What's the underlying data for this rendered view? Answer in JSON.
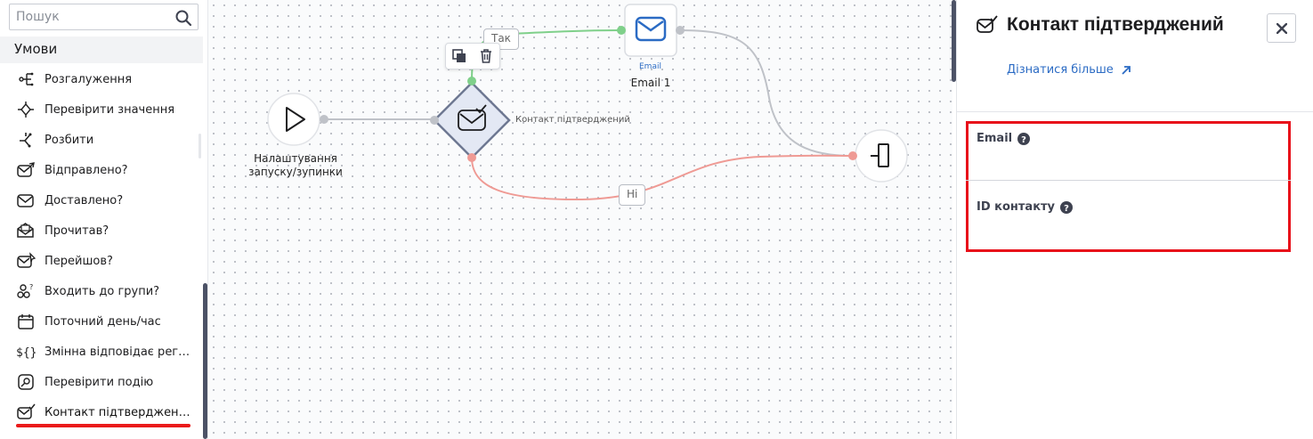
{
  "sidebar": {
    "search_placeholder": "Пошук",
    "section_title": "Умови",
    "items": [
      {
        "label": "Розгалуження",
        "icon": "branch-icon"
      },
      {
        "label": "Перевірити значення",
        "icon": "check-value-icon"
      },
      {
        "label": "Розбити",
        "icon": "split-icon"
      },
      {
        "label": "Відправлено?",
        "icon": "sent-icon"
      },
      {
        "label": "Доставлено?",
        "icon": "delivered-icon"
      },
      {
        "label": "Прочитав?",
        "icon": "opened-icon"
      },
      {
        "label": "Перейшов?",
        "icon": "clicked-icon"
      },
      {
        "label": "Входить до групи?",
        "icon": "group-icon"
      },
      {
        "label": "Поточний день/час",
        "icon": "calendar-icon"
      },
      {
        "label": "Змінна відповідає регу...",
        "icon": "regex-variable-icon"
      },
      {
        "label": "Перевірити подію",
        "icon": "event-icon"
      },
      {
        "label": "Контакт підтверджений",
        "icon": "contact-confirmed-icon"
      }
    ]
  },
  "canvas": {
    "start_node": {
      "label_line1": "Налаштування",
      "label_line2": "запуску/зупинки"
    },
    "condition_node": {
      "label": "Контакт підтверджений"
    },
    "email_node": {
      "caption": "Email",
      "label": "Email 1"
    },
    "branch_yes": "Так",
    "branch_no": "Ні"
  },
  "panel": {
    "title": "Контакт підтверджений",
    "learn_more": "Дізнатися більше",
    "fields": [
      {
        "label": "Email",
        "value": ""
      },
      {
        "label": "ID контакту",
        "value": ""
      }
    ]
  },
  "colors": {
    "accent": "#2b6bc4",
    "yes_line": "#7fd08a",
    "no_line": "#ef9a94",
    "highlight": "#e8101a",
    "node_fill": "#e3e8f4"
  }
}
